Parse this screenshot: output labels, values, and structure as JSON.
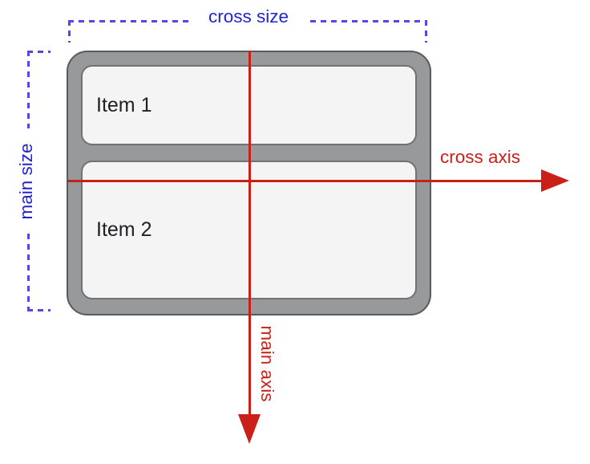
{
  "diagram": {
    "type": "flexbox-axes-diagram",
    "labels": {
      "cross_size": "cross size",
      "main_size": "main size",
      "cross_axis": "cross axis",
      "main_axis": "main axis"
    },
    "items": [
      {
        "label": "Item 1"
      },
      {
        "label": "Item 2"
      }
    ],
    "colors": {
      "size_blue": "#2323d3",
      "dash_blue": "#5447ea",
      "axis_red": "#c9201a",
      "container_fill": "#98999b",
      "container_border": "#595a5c",
      "item_fill": "#f4f4f5",
      "item_border": "#717274",
      "item_text": "#202124",
      "background": "#ffffff"
    }
  }
}
